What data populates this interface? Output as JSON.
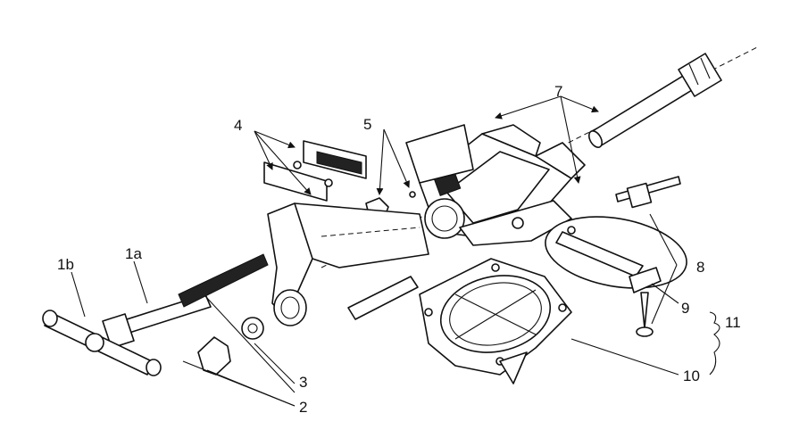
{
  "diagram": {
    "labels": {
      "part_1a": "1a",
      "part_1b": "1b",
      "part_2": "2",
      "part_3": "3",
      "part_4": "4",
      "part_5": "5",
      "part_7": "7",
      "part_8": "8",
      "part_9": "9",
      "part_10": "10",
      "part_11": "11"
    },
    "colors": {
      "ink": "#111111",
      "background": "#ffffff"
    }
  }
}
